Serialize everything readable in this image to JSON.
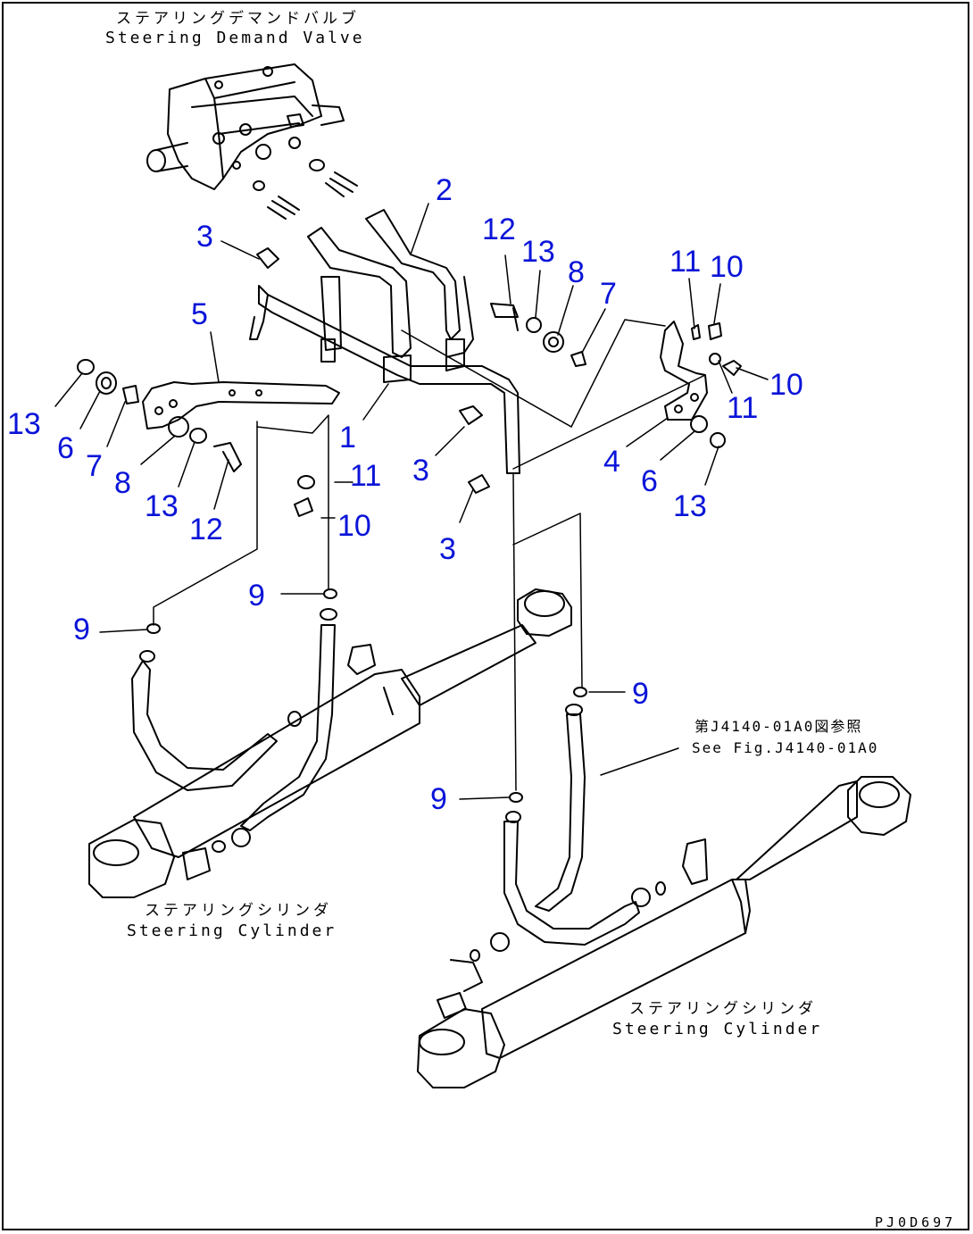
{
  "labels": {
    "valve_jp": "ステアリングデマンドバルブ",
    "valve_en": "Steering Demand Valve",
    "cyl_left_jp": "ステアリングシリンダ",
    "cyl_left_en": "Steering Cylinder",
    "cyl_right_jp": "ステアリングシリンダ",
    "cyl_right_en": "Steering Cylinder",
    "ref_jp": "第J4140-01A0図参照",
    "ref_en": "See Fig.J4140-01A0",
    "drawing_code": "PJ0D697"
  },
  "callouts": [
    "2",
    "12",
    "13",
    "8",
    "7",
    "11",
    "10",
    "3",
    "5",
    "10",
    "11",
    "1",
    "13",
    "6",
    "7",
    "3",
    "11",
    "4",
    "6",
    "8",
    "13",
    "12",
    "10",
    "13",
    "3",
    "9",
    "9",
    "9",
    "9"
  ],
  "style": {
    "callout_color": "#0a14d8",
    "line_color": "#000000"
  }
}
